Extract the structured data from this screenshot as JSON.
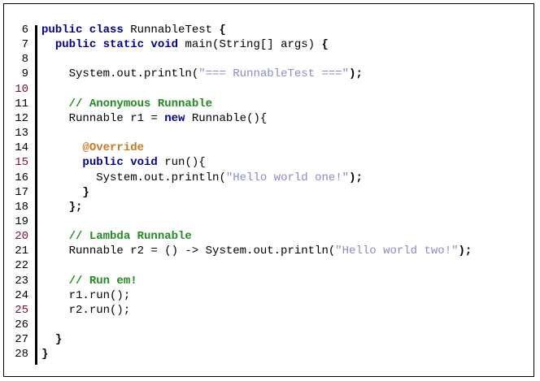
{
  "editor": {
    "lines": [
      {
        "n": "6",
        "mod": false,
        "indent": "",
        "tokens": [
          {
            "t": "public class",
            "c": "kw"
          },
          {
            "t": " RunnableTest ",
            "c": "plain"
          },
          {
            "t": "{",
            "c": "bold"
          }
        ]
      },
      {
        "n": "7",
        "mod": false,
        "indent": "  ",
        "tokens": [
          {
            "t": "public static void",
            "c": "kw"
          },
          {
            "t": " main(String[] args) ",
            "c": "plain"
          },
          {
            "t": "{",
            "c": "bold"
          }
        ]
      },
      {
        "n": "8",
        "mod": false,
        "indent": "",
        "tokens": []
      },
      {
        "n": "9",
        "mod": false,
        "indent": "    ",
        "tokens": [
          {
            "t": "System.out.println(",
            "c": "plain"
          },
          {
            "t": "\"=== RunnableTest ===\"",
            "c": "str"
          },
          {
            "t": ");",
            "c": "bold"
          }
        ]
      },
      {
        "n": "10",
        "mod": true,
        "indent": "",
        "tokens": []
      },
      {
        "n": "11",
        "mod": false,
        "indent": "    ",
        "tokens": [
          {
            "t": "// Anonymous Runnable",
            "c": "cm"
          }
        ]
      },
      {
        "n": "12",
        "mod": false,
        "indent": "    ",
        "tokens": [
          {
            "t": "Runnable r1 = ",
            "c": "plain"
          },
          {
            "t": "new",
            "c": "kw"
          },
          {
            "t": " Runnable(){",
            "c": "plain"
          }
        ]
      },
      {
        "n": "13",
        "mod": false,
        "indent": "",
        "tokens": []
      },
      {
        "n": "14",
        "mod": false,
        "indent": "      ",
        "tokens": [
          {
            "t": "@Override",
            "c": "ann"
          }
        ]
      },
      {
        "n": "15",
        "mod": true,
        "indent": "      ",
        "tokens": [
          {
            "t": "public void",
            "c": "kw"
          },
          {
            "t": " run(){",
            "c": "plain"
          }
        ]
      },
      {
        "n": "16",
        "mod": false,
        "indent": "        ",
        "tokens": [
          {
            "t": "System.out.println(",
            "c": "plain"
          },
          {
            "t": "\"Hello world one!\"",
            "c": "str"
          },
          {
            "t": ");",
            "c": "bold"
          }
        ]
      },
      {
        "n": "17",
        "mod": false,
        "indent": "      ",
        "tokens": [
          {
            "t": "}",
            "c": "bold"
          }
        ]
      },
      {
        "n": "18",
        "mod": false,
        "indent": "    ",
        "tokens": [
          {
            "t": "};",
            "c": "bold"
          }
        ]
      },
      {
        "n": "19",
        "mod": false,
        "indent": "",
        "tokens": []
      },
      {
        "n": "20",
        "mod": true,
        "indent": "    ",
        "tokens": [
          {
            "t": "// Lambda Runnable",
            "c": "cm"
          }
        ]
      },
      {
        "n": "21",
        "mod": false,
        "indent": "    ",
        "tokens": [
          {
            "t": "Runnable r2 = () -> System.out.println(",
            "c": "plain"
          },
          {
            "t": "\"Hello world two!\"",
            "c": "str"
          },
          {
            "t": ");",
            "c": "bold"
          }
        ]
      },
      {
        "n": "22",
        "mod": false,
        "indent": "",
        "tokens": []
      },
      {
        "n": "23",
        "mod": false,
        "indent": "    ",
        "tokens": [
          {
            "t": "// Run em!",
            "c": "cm"
          }
        ]
      },
      {
        "n": "24",
        "mod": false,
        "indent": "    ",
        "tokens": [
          {
            "t": "r1.run();",
            "c": "plain"
          }
        ]
      },
      {
        "n": "25",
        "mod": true,
        "indent": "    ",
        "tokens": [
          {
            "t": "r2.run();",
            "c": "plain"
          }
        ]
      },
      {
        "n": "26",
        "mod": false,
        "indent": "",
        "tokens": []
      },
      {
        "n": "27",
        "mod": false,
        "indent": "  ",
        "tokens": [
          {
            "t": "}",
            "c": "bold"
          }
        ]
      },
      {
        "n": "28",
        "mod": false,
        "indent": "",
        "tokens": [
          {
            "t": "}",
            "c": "bold"
          }
        ]
      }
    ]
  }
}
